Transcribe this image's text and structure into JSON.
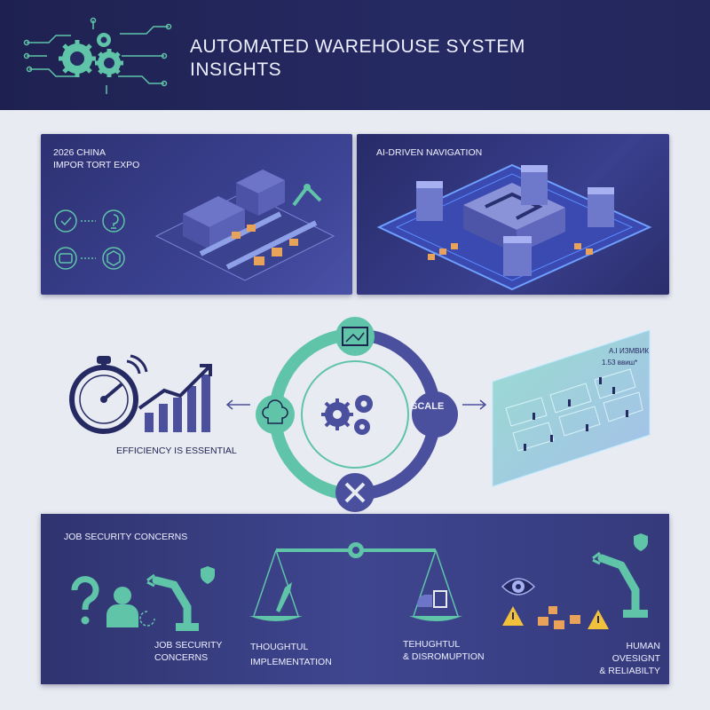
{
  "header": {
    "title_line1": "AUTOMATED WAREHOUSE SYSTEM",
    "title_line2": "INSIGHTS",
    "icon": "gears-circuit-icon"
  },
  "panels": {
    "expo": {
      "line1": "2026 CHINA",
      "line2": "IMPOR TORT EXPO"
    },
    "navigation": {
      "label": "AI-DRIVEN NAVIGATION"
    }
  },
  "middle": {
    "efficiency_label": "EFFICIENCY IS ESSENTIAL",
    "scale_label": "SCALE",
    "map_title": "A.I ИЗМВИК",
    "map_subtitle": "1.53 ввиш*"
  },
  "bottom": {
    "section_title": "JOB SECURITY CONCERNS",
    "items": [
      {
        "line1": "JOB SECURITY",
        "line2": "CONCERNS"
      },
      {
        "line1": "THOUGHTUL",
        "line2": "IMPLEMENTATION"
      },
      {
        "line1": "TEHUGHTUL",
        "line2": "& DISROMUPTION"
      },
      {
        "line1": "HUMAN",
        "line2": "OVESIGNT",
        "line3": "& RELIABILTY"
      }
    ]
  },
  "colors": {
    "navy": "#262a63",
    "teal": "#5fc4a8",
    "purple": "#4a4f9e",
    "accent_orange": "#e8a25a"
  }
}
